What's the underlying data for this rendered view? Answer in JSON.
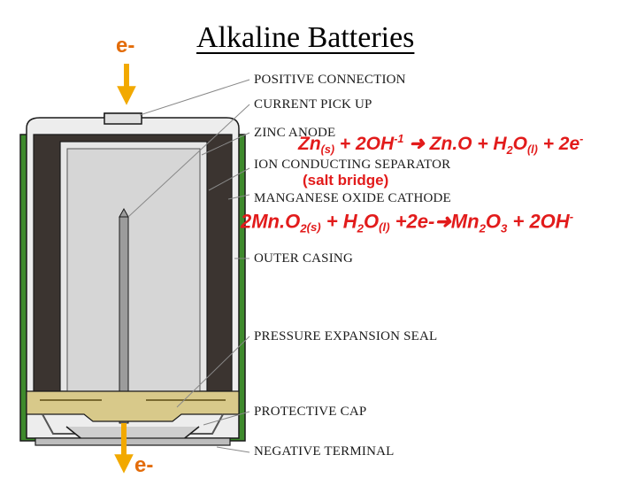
{
  "title": "Alkaline Batteries",
  "electron_top": "e-",
  "electron_bottom": "e-",
  "labels": {
    "positive_connection": "POSITIVE CONNECTION",
    "current_pick_up": "CURRENT PICK UP",
    "zinc_anode": "ZINC ANODE",
    "ion_separator": "ION CONDUCTING SEPARATOR",
    "manganese_cathode": "MANGANESE OXIDE CATHODE",
    "outer_casing": "OUTER CASING",
    "pressure_seal": "PRESSURE EXPANSION SEAL",
    "protective_cap": "PROTECTIVE CAP",
    "negative_terminal": "NEGATIVE TERMINAL"
  },
  "anode_equation": {
    "p1": "Zn",
    "p1_state": "(s)",
    "p2": " + 2OH",
    "p2_sup": "-1",
    "p3": " Zn.O + H",
    "p3_sub": "2",
    "p3b": "O",
    "p3_state": "(l)",
    "p4": " + 2e",
    "p4_sup": "-"
  },
  "salt_bridge": "(salt bridge)",
  "cathode_equation": {
    "p1": "2Mn.O",
    "p1_sub": "2",
    "p1_state": "(s)",
    "p2": " + H",
    "p2_sub": "2",
    "p2b": "O",
    "p2_state": "(l)",
    "p3": " +2e-",
    "p4": "Mn",
    "p4_sub": "2",
    "p4b": "O",
    "p4_sub2": "3",
    "p5": " + 2OH",
    "p5_sup": "-"
  },
  "colors": {
    "arrow": "#f2a900",
    "equation": "#e21b1b",
    "outer_casing": "#3a8a2a",
    "cathode": "#3d3632",
    "anode": "#d9d9d9",
    "seal": "#d8c98a",
    "electron_label": "#e36c09"
  }
}
